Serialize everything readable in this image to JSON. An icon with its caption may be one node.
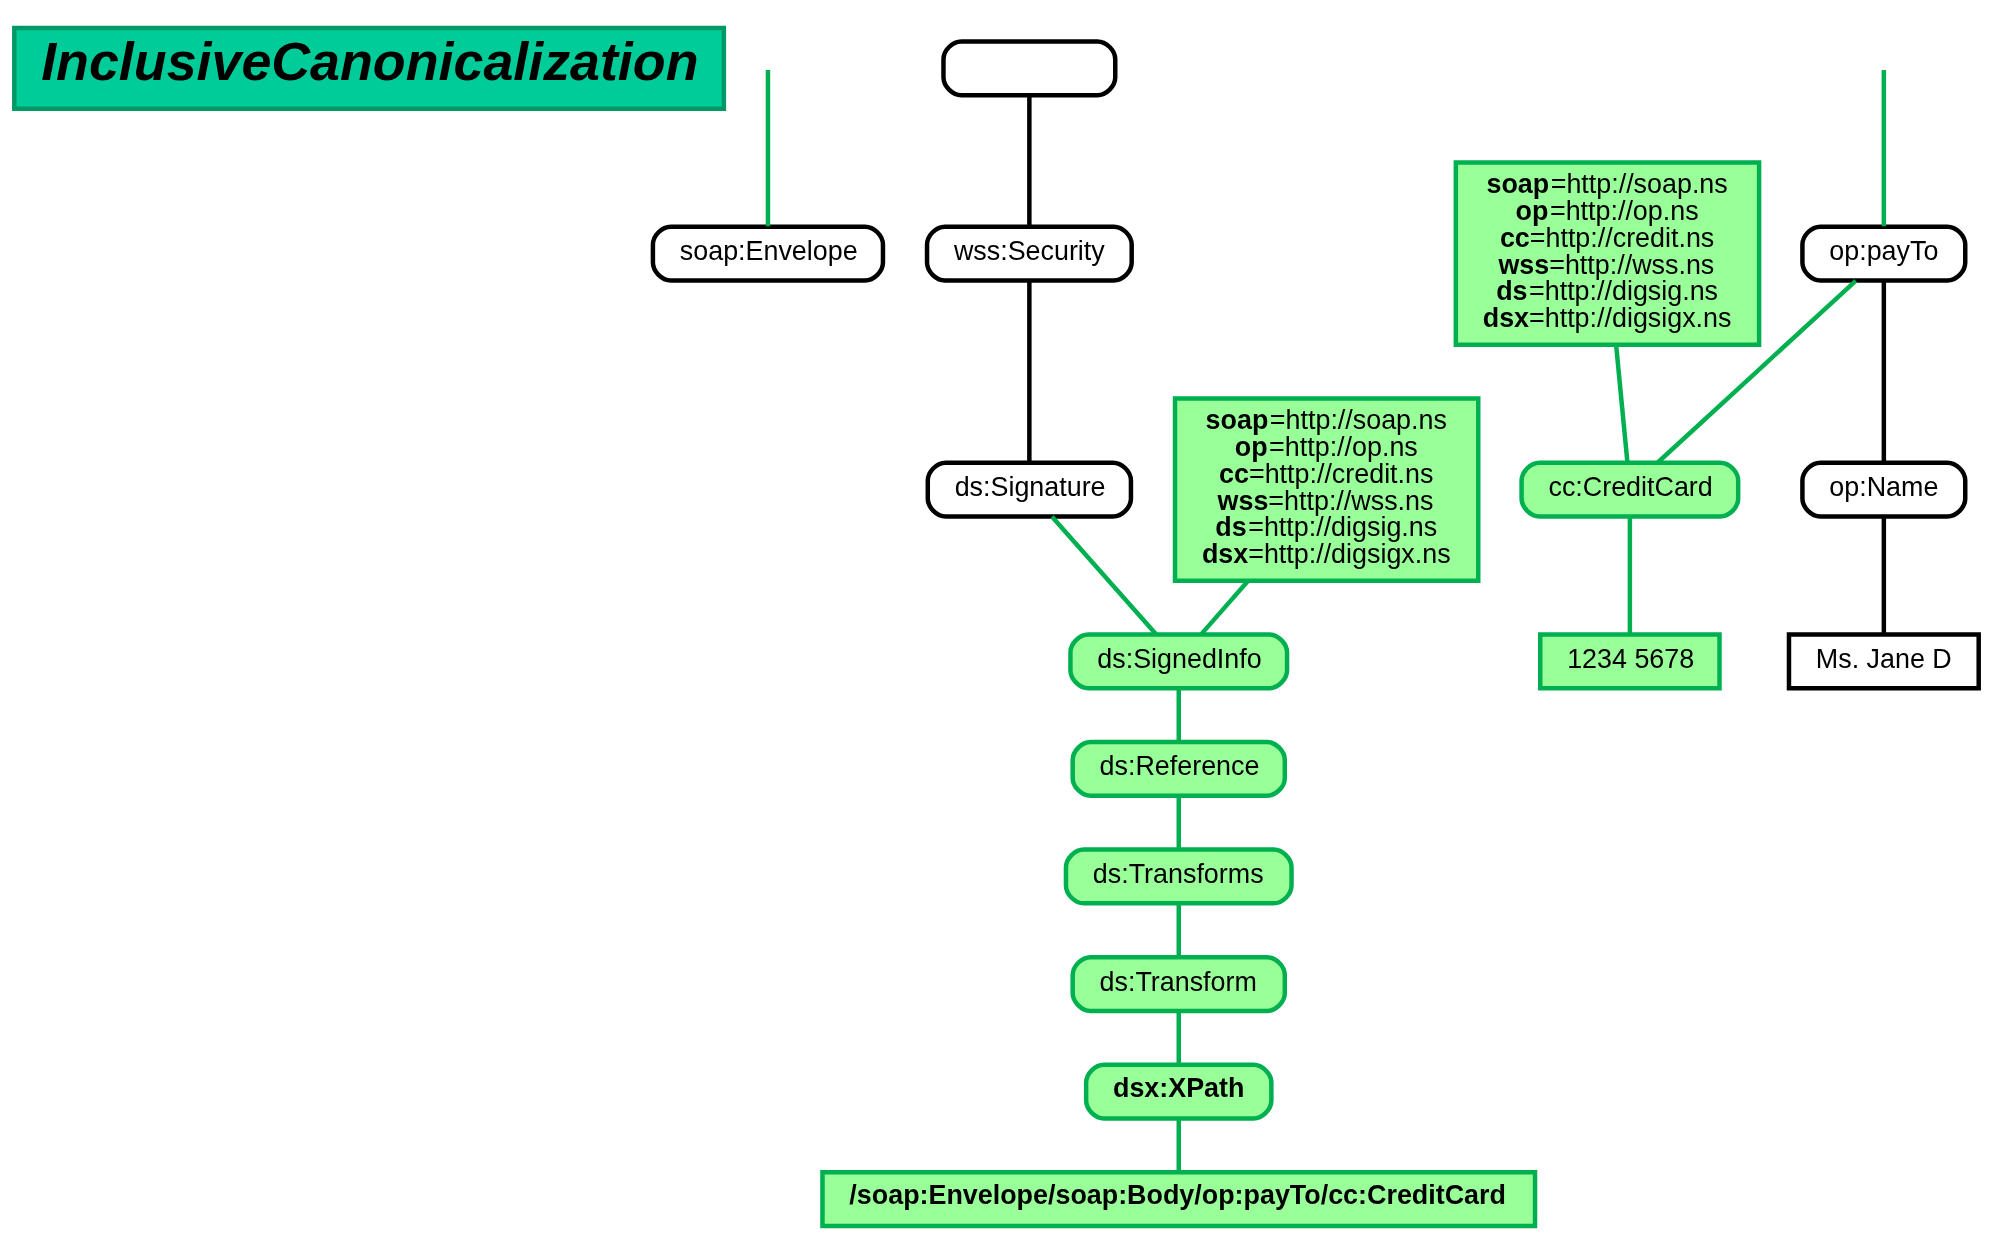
{
  "diagram": {
    "nodes": [
      {
        "text": [
          "InclusiveCanonicalization"
        ]
      },
      {
        "text": [
          "soap:Envelope"
        ]
      },
      {
        "text": [],
        "shape": "box"
      },
      {
        "text": [
          "wss:Security"
        ]
      },
      {
        "text": [
          "ds:Signature"
        ]
      },
      {
        "text": [
          "ds:SignedInfo"
        ]
      },
      {
        "text": [
          "ds:Reference"
        ]
      },
      {
        "text": [
          "ds:Transforms"
        ]
      },
      {
        "text": [
          "ds:Transform"
        ]
      },
      {
        "text": [
          "dsx:XPath"
        ]
      },
      {
        "text": [
          "/soap:Envelope/soap:Body/op:payTo/cc:CreditCard"
        ]
      },
      {
        "text": [
          "**soap**=http://soap.ns",
          "**op**=http://op.ns",
          "**cc**=http://credit.ns",
          "**wss**=http://wss.ns",
          "**ds**=http://digsig.ns",
          "**dsx**=http://digsigx.ns"
        ]
      },
      {
        "text": [
          "op:payTo"
        ]
      },
      {
        "text": [
          "op:Name"
        ]
      },
      {
        "text": [
          "cc:CreditCard"
        ]
      },
      {
        "text": [
          "Ms. Jane D"
        ]
      },
      {
        "text": [
          "1234 5678"
        ]
      },
      {
        "text": [
          "**soap**=http://soap.ns",
          "**op**=http://op.ns",
          "**cc**=http://credit.ns",
          "**wss**=http://wss.ns",
          "**ds**=http://digsig.ns",
          "**dsx**=http://digsigx.ns"
        ]
      }
    ],
    "edges": [
      {
        "from": null,
        "to": 1,
        "arrow": "none"
      },
      {
        "from": 2,
        "to": 3,
        "arrow": "none",
        "color": "#000000"
      },
      {
        "from": 3,
        "to": 4,
        "arrow": "none",
        "color": "#000000"
      },
      {
        "from": 4,
        "to": 5,
        "arrow": "none"
      },
      {
        "from": 5,
        "to": 6,
        "arrow": "none"
      },
      {
        "from": 6,
        "to": 7,
        "arrow": "none"
      },
      {
        "from": 7,
        "to": 8,
        "arrow": "none"
      },
      {
        "from": 8,
        "to": 9,
        "arrow": "none"
      },
      {
        "from": 9,
        "to": 10,
        "arrow": "none"
      },
      {
        "from": 11,
        "to": 5,
        "arrow": "none"
      },
      {
        "from": null,
        "to": 12,
        "arrow": "none"
      },
      {
        "from": 12,
        "to": 13,
        "arrow": "none",
        "color": "#000000"
      },
      {
        "from": 12,
        "to": 14,
        "arrow": "none"
      },
      {
        "from": 13,
        "to": 15,
        "arrow": "none",
        "color": "#000000"
      },
      {
        "from": 14,
        "to": 16,
        "arrow": "none"
      },
      {
        "from": 17,
        "to": 14,
        "arrow": "none"
      }
    ]
  }
}
